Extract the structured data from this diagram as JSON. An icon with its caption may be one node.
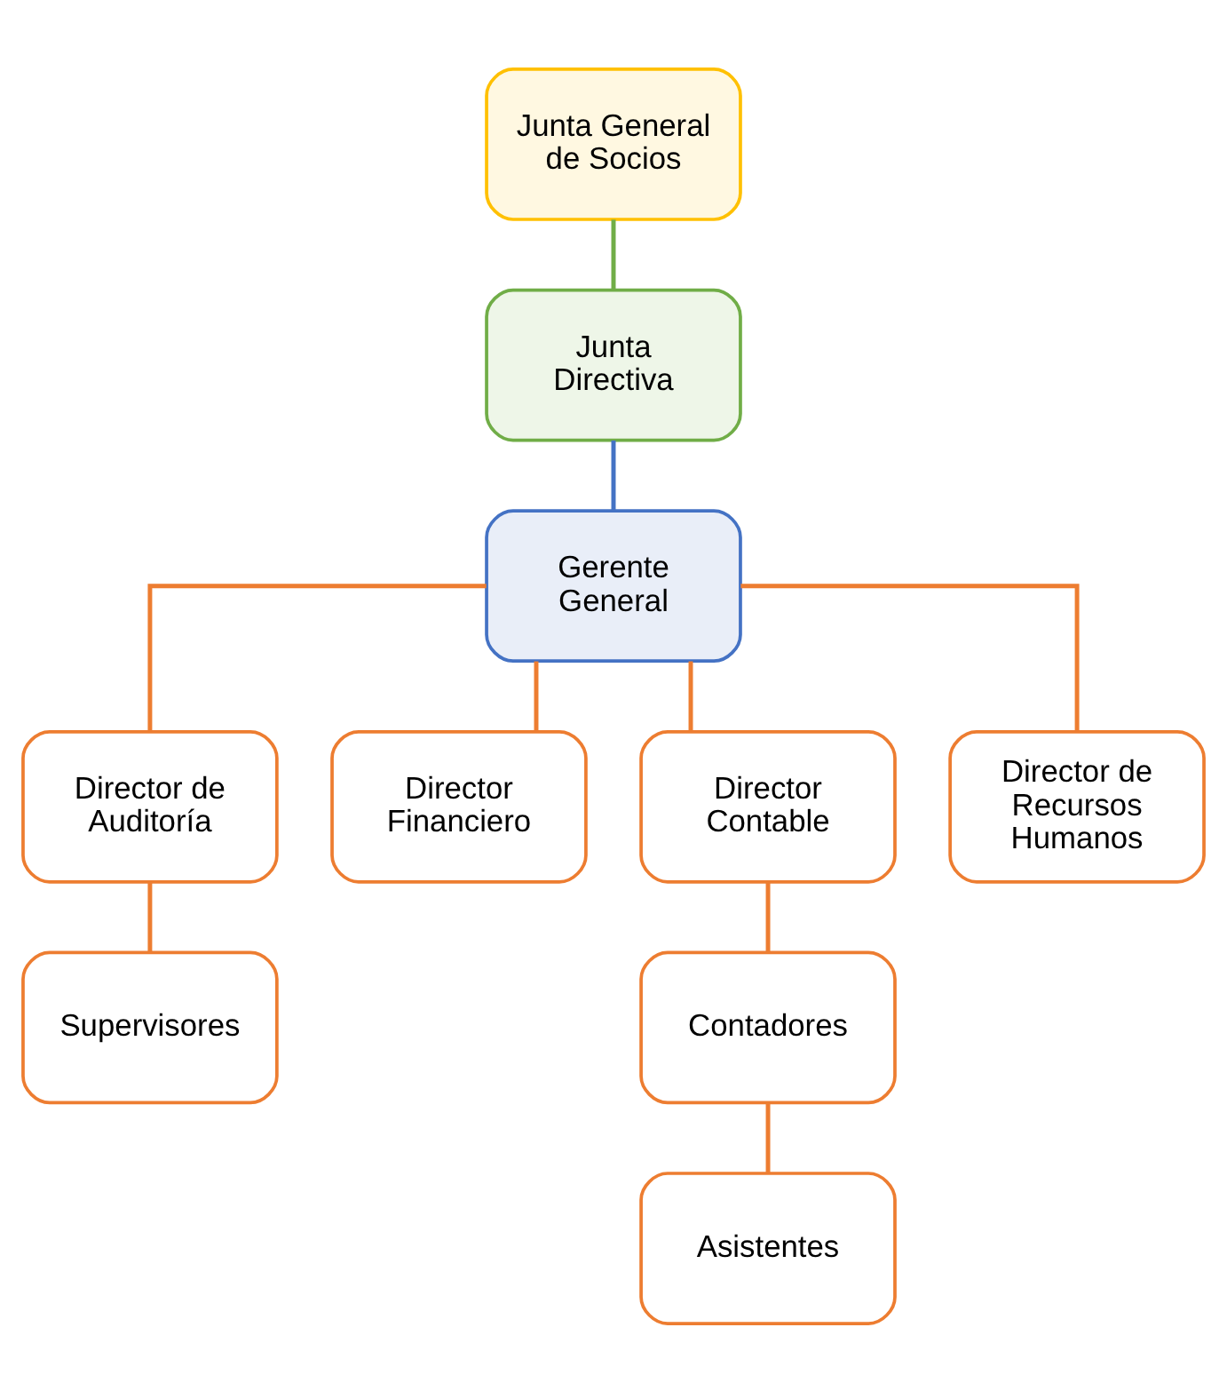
{
  "diagram": {
    "nodes": [
      {
        "text": [
          "Junta General de Socios"
        ]
      },
      {
        "text": [
          "Junta Directiva"
        ]
      },
      {
        "text": [
          "Gerente General"
        ]
      },
      {
        "text": [
          "Director de Auditoría"
        ]
      },
      {
        "text": [
          "Director Financiero"
        ]
      },
      {
        "text": [
          "Director Contable"
        ]
      },
      {
        "text": [
          "Director de Recursos Humanos"
        ]
      },
      {
        "text": [
          "Supervisores"
        ]
      },
      {
        "text": [
          "Contadores"
        ]
      },
      {
        "text": [
          "Asistentes"
        ]
      }
    ],
    "edges": [
      {
        "from": 0,
        "to": 1,
        "arrow": "none",
        "color": "#70ad47"
      },
      {
        "from": 1,
        "to": 2,
        "arrow": "none",
        "color": "#4472c4"
      },
      {
        "from": 2,
        "to": 3,
        "arrow": "none"
      },
      {
        "from": 2,
        "to": 4,
        "arrow": "none"
      },
      {
        "from": 2,
        "to": 5,
        "arrow": "none"
      },
      {
        "from": 2,
        "to": 6,
        "arrow": "none"
      },
      {
        "from": 3,
        "to": 7,
        "arrow": "none"
      },
      {
        "from": 5,
        "to": 8,
        "arrow": "none"
      },
      {
        "from": 8,
        "to": 9,
        "arrow": "none"
      }
    ]
  }
}
